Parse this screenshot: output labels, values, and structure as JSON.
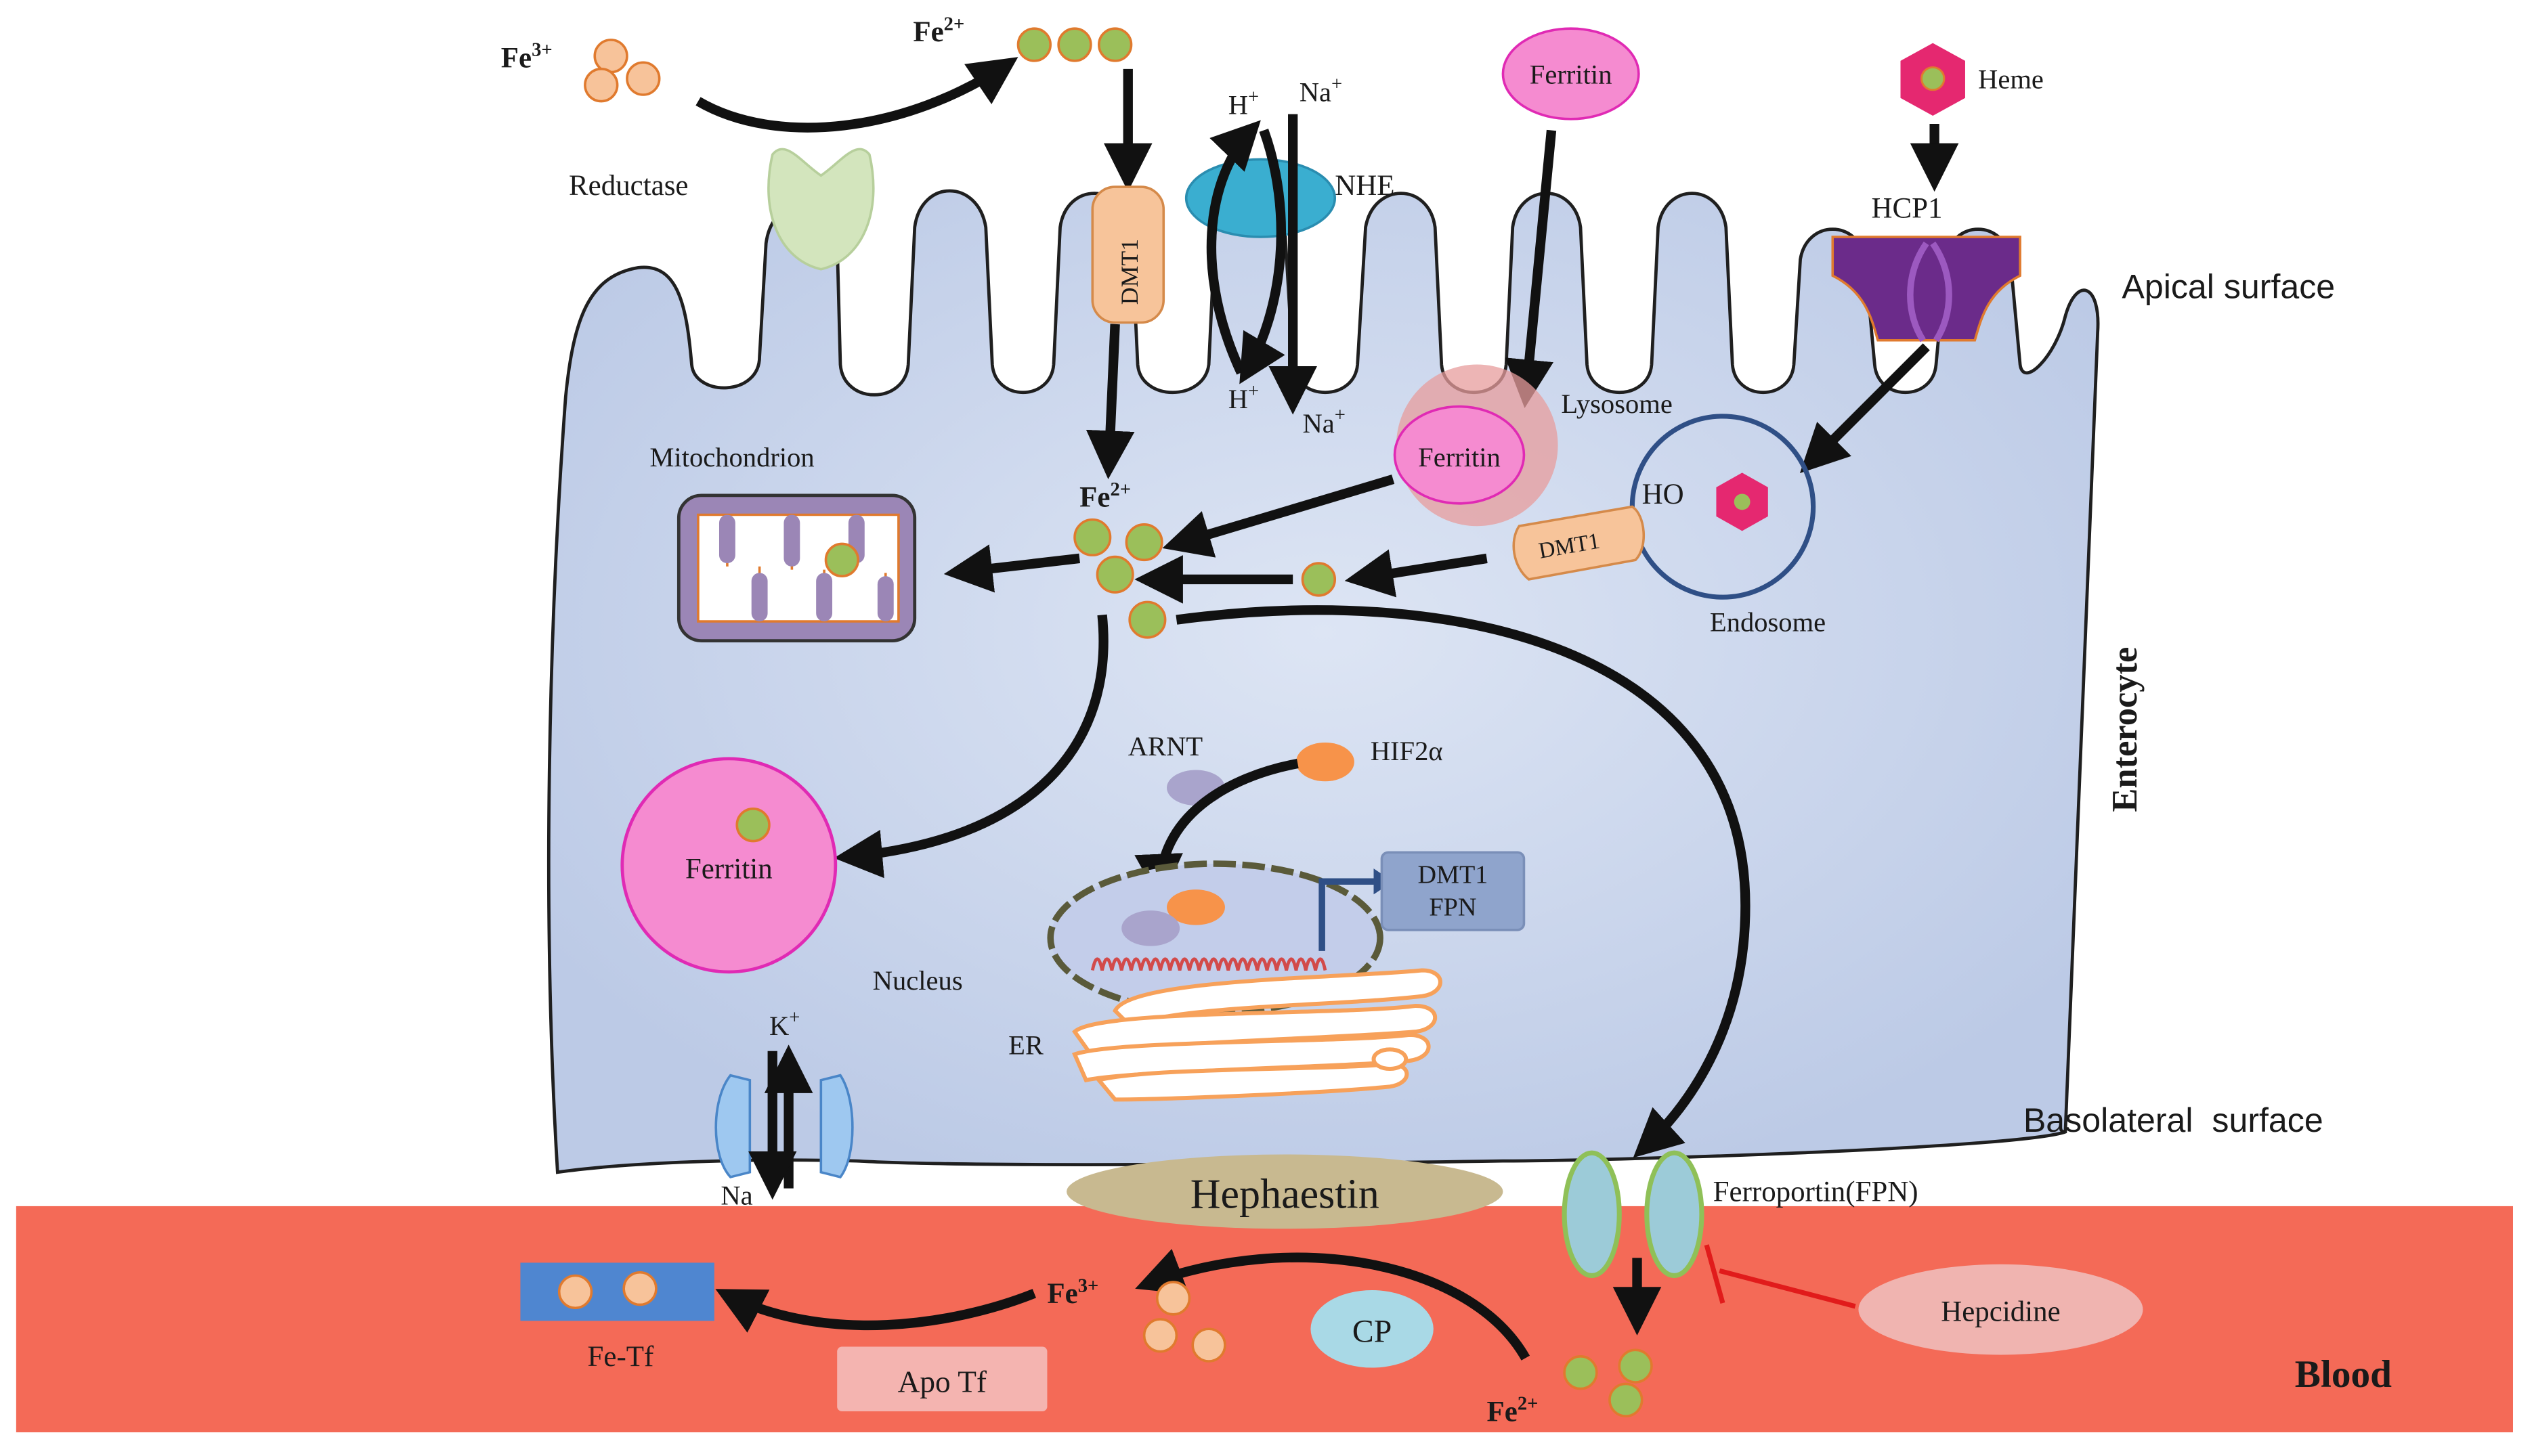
{
  "colors": {
    "cell_fill": "#c8d3ea",
    "cell_stroke": "#1f1f1f",
    "blood": "#f46a57",
    "fe3_ion": "#f7c39a",
    "fe2_ion": "#9bbf5a",
    "ion_stroke": "#e07a2e",
    "ferritin": "#f58bd0",
    "ferritin_stroke": "#e02ab4",
    "reductase": "#d3e5bd",
    "dmt1": "#f7c49a",
    "nhe": "#3aaed0",
    "hcp1": "#6b2b8a",
    "heme": "#e52870",
    "hephaestin": "#c8b990",
    "ferroportin": "#9ccbd8",
    "hepcidine": "#f0b4b0",
    "cp": "#a9d9e6",
    "fe_tf": "#4f86d0",
    "apo_tf": "#f4b4b0",
    "inhibit": "#e11b1b"
  },
  "labels": {
    "fe3_top": "Fe",
    "fe3_top_sup": "3+",
    "fe2_top": "Fe",
    "fe2_top_sup": "2+",
    "reductase": "Reductase",
    "h_top": "H",
    "h_top_sup": "+",
    "na_top": "Na",
    "na_top_sup": "+",
    "nhe": "NHE",
    "h_bottom": "H",
    "h_bottom_sup": "+",
    "na_bottom": "Na",
    "na_bottom_sup": "+",
    "dmt1_apical": "DMT1",
    "ferritin_top": "Ferritin",
    "heme": "Heme",
    "hcp1": "HCP1",
    "apical_surface": "Apical surface",
    "lysosome": "Lysosome",
    "ferritin_lysosome": "Ferritin",
    "mitochondrion": "Mitochondrion",
    "fe2_center": "Fe",
    "fe2_center_sup": "2+",
    "ho": "HO",
    "dmt1_endosome": "DMT1",
    "endosome": "Endosome",
    "enterocyte": "Enterocyte",
    "arnt": "ARNT",
    "hif2a": "HIF2α",
    "target_dmt1": "DMT1",
    "target_fpn": "FPN",
    "ferritin_store": "Ferritin",
    "nucleus": "Nucleus",
    "er": "ER",
    "k": "K",
    "k_sup": "+",
    "na_pump": "Na",
    "basolateral_surface": "Basolateral  surface",
    "hephaestin": "Hephaestin",
    "ferroportin": "Ferroportin(FPN)",
    "fe3_blood": "Fe",
    "fe3_blood_sup": "3+",
    "fe_tf": "Fe-Tf",
    "cp": "CP",
    "hepcidine": "Hepcidine",
    "apo_tf": "Apo Tf",
    "fe2_blood": "Fe",
    "fe2_blood_sup": "2+",
    "blood": "Blood"
  }
}
